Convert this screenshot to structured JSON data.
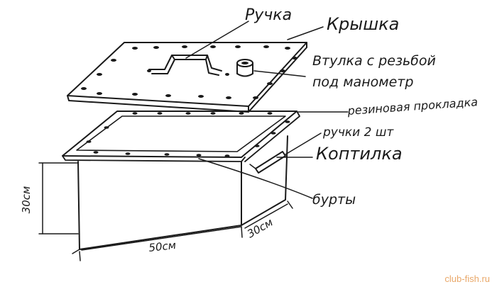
{
  "labels": {
    "handle": "Ручка",
    "lid": "Крышка",
    "bushing_line1": "Втулка с резьбой",
    "bushing_line2": "под манометр",
    "gasket": "резиновая прокладка",
    "side_handles": "ручки 2 шт",
    "smoker": "Коптилка",
    "rims": "бурты"
  },
  "dimensions": {
    "height": "30см",
    "length": "50см",
    "depth": "30см"
  },
  "watermark": "club-fish.ru",
  "colors": {
    "ink": "#1a1a1a",
    "watermark": "#e9a86a"
  }
}
